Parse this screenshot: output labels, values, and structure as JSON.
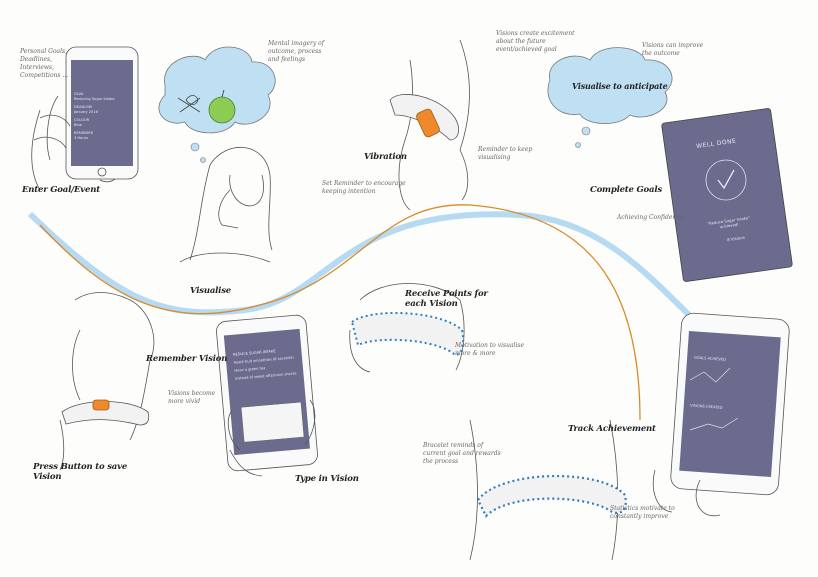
{
  "steps": {
    "enter_goal": "Enter Goal/Event",
    "visualise": "Visualise",
    "vibration": "Vibration",
    "visualise_to_anticipate": "Visualise to anticipate",
    "complete_goals": "Complete Goals",
    "remember_vision": "Remember Vision",
    "receive_points": "Receive Points for each Vision",
    "track_achievement": "Track Achievement",
    "press_button": "Press Button to save Vision",
    "type_vision": "Type in Vision"
  },
  "notes": {
    "personal_goals": "Personal Goals, Deadlines, Interviews, Competitions ...",
    "mental_imagery": "Mental imagery of outcome, process and feelings",
    "visions_excitement": "Visions create excitement about the future event/achieved goal",
    "visions_improve": "Visions can improve the outcome",
    "reminder_keep": "Reminder to keep visualising",
    "set_reminder": "Set Reminder to encourage keeping intention",
    "achieving_confidence": "Achieving Confidence",
    "motivation": "Motivation to visualise more & more",
    "visions_vivid": "Visions become more vivid",
    "bracelet_reminds": "Bracelet reminds of current goal and rewards the process",
    "statistics": "Statistics motivate to constantly improve"
  },
  "phone_goal": {
    "goal_label": "GOAL",
    "goal_value": "Reducing Sugar Intake",
    "deadline_label": "DEADLINE",
    "deadline_value": "January 2016",
    "colour_label": "COLOUR",
    "colour_value": "Blue",
    "reminder_label": "REMINDER",
    "reminder_value": "3 Hours"
  },
  "well_done": {
    "title": "WELL DONE",
    "message": "\"Reduce Sugar Intake\" achieved!",
    "visions": "8 Visions"
  },
  "phone_vision": {
    "header": "REDUCE SUGAR INTAKE",
    "lines": [
      "Avoid fruit smoothies (8 seconds)",
      "Have a green tea",
      "Instead of sweet afternoon snacks"
    ]
  },
  "phone_stats": {
    "achieved": "GOALS ACHIEVED",
    "created": "VISIONS CREATED"
  },
  "colors": {
    "screen": "#6b6b8e",
    "blue_path": "#a9d4ee",
    "orange_path": "#d98b2b",
    "bracelet_blue": "#2f7fbf",
    "bracelet_orange": "#ee8a2c",
    "apple": "#8ccc55",
    "cloud": "#bfe0f3"
  }
}
